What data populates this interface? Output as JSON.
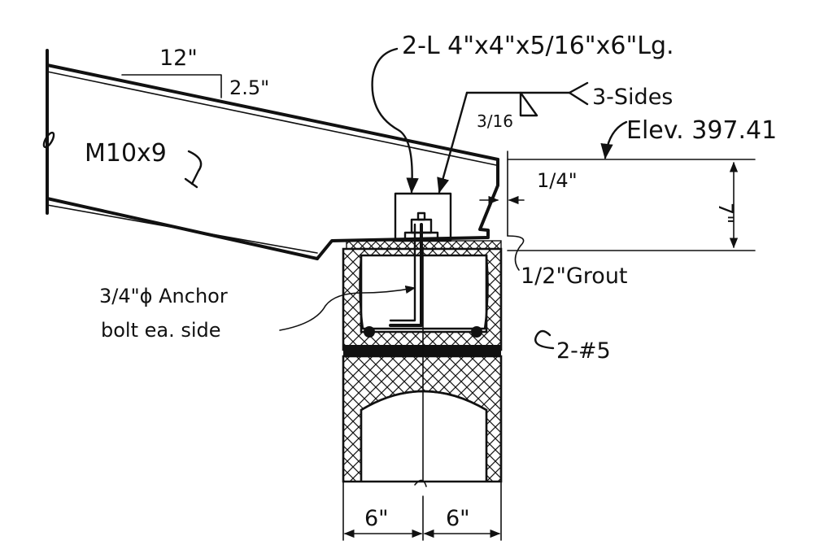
{
  "drawing": {
    "slope": {
      "run": "12\"",
      "rise": "2.5\""
    },
    "beam": {
      "label": "M10x9"
    },
    "angles": {
      "label": "2-L 4\"x4\"x5/16\"x6\"Lg."
    },
    "weld": {
      "size": "3/16",
      "note": "3-Sides"
    },
    "elevation": {
      "label": "Elev. 397.41"
    },
    "gap": {
      "label": "1/4\""
    },
    "height": {
      "label": "7\""
    },
    "grout": {
      "label": "1/2\"Grout"
    },
    "anchor": {
      "line1": "3/4\"ϕ Anchor",
      "line2": "bolt ea. side"
    },
    "rebar": {
      "label": "2-#5"
    },
    "widths": {
      "left": "6\"",
      "right": "6\""
    }
  }
}
